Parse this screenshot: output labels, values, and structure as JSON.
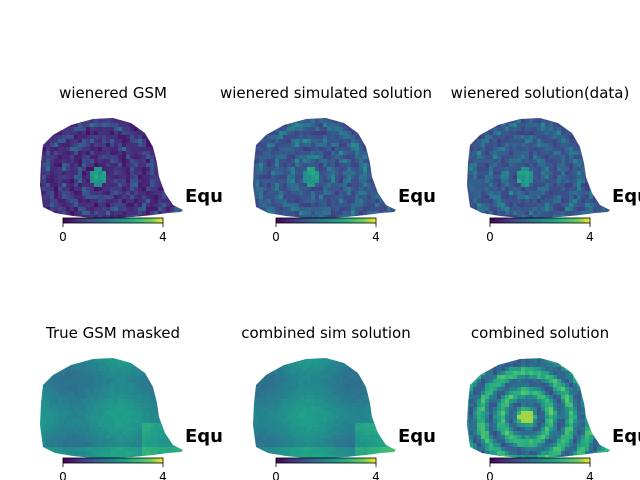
{
  "chart_data": [
    {
      "type": "heatmap",
      "projection": "mollweide",
      "title": "wienered GSM",
      "coord_label": "Equ",
      "colorbar": {
        "min": 0,
        "max": 4,
        "ticks": [
          "0",
          "4"
        ],
        "colormap": "viridis"
      },
      "field_style": "noisy-dark"
    },
    {
      "type": "heatmap",
      "projection": "mollweide",
      "title": "wienered simulated solution",
      "coord_label": "Equ",
      "colorbar": {
        "min": 0,
        "max": 4,
        "ticks": [
          "0",
          "4"
        ],
        "colormap": "viridis"
      },
      "field_style": "noisy-mid"
    },
    {
      "type": "heatmap",
      "projection": "mollweide",
      "title": "wienered solution(data)",
      "coord_label": "Equ",
      "colorbar": {
        "min": 0,
        "max": 4,
        "ticks": [
          "0",
          "4"
        ],
        "colormap": "viridis"
      },
      "field_style": "noisy-mid"
    },
    {
      "type": "heatmap",
      "projection": "mollweide",
      "title": "True GSM masked",
      "coord_label": "Equ",
      "colorbar": {
        "min": 0,
        "max": 4,
        "ticks": [
          "0",
          "4"
        ],
        "colormap": "viridis"
      },
      "field_style": "smooth"
    },
    {
      "type": "heatmap",
      "projection": "mollweide",
      "title": "combined sim solution",
      "coord_label": "Equ",
      "colorbar": {
        "min": 0,
        "max": 4,
        "ticks": [
          "0",
          "4"
        ],
        "colormap": "viridis"
      },
      "field_style": "smooth"
    },
    {
      "type": "heatmap",
      "projection": "mollweide",
      "title": "combined solution",
      "coord_label": "Equ",
      "colorbar": {
        "min": 0,
        "max": 4,
        "ticks": [
          "0",
          "4"
        ],
        "colormap": "viridis"
      },
      "field_style": "patchy"
    }
  ]
}
